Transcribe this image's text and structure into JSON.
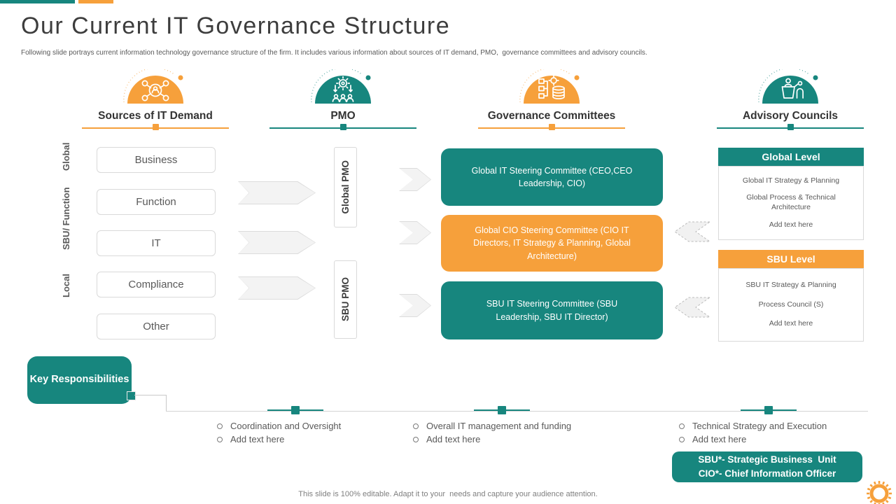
{
  "slide": {
    "title": "Our Current IT Governance Structure",
    "subtitle": "Following slide portrays current information technology governance structure of the firm. It includes various information about sources of IT demand, PMO,  governance committees and advisory councils.",
    "footer": "This slide is 100% editable. Adapt it to your  needs and capture your audience attention."
  },
  "colors": {
    "teal": "#17867E",
    "orange": "#F6A03B",
    "gray_text": "#595959",
    "border": "#D9D9D9"
  },
  "columns": [
    {
      "label": "Sources of IT Demand",
      "icon": "network-people-icon",
      "accent": "#F6A03B"
    },
    {
      "label": "PMO",
      "icon": "gear-team-icon",
      "accent": "#17867E"
    },
    {
      "label": "Governance Committees",
      "icon": "flowchart-database-icon",
      "accent": "#F6A03B"
    },
    {
      "label": "Advisory Councils",
      "icon": "podium-speaker-icon",
      "accent": "#17867E"
    }
  ],
  "row_labels": [
    "Global",
    "SBU/ Function",
    "Local"
  ],
  "sources": [
    "Business",
    "Function",
    "IT",
    "Compliance",
    "Other"
  ],
  "pmo": [
    "Global PMO",
    "SBU PMO"
  ],
  "committees": [
    {
      "text": "Global IT Steering Committee (CEO,CEO Leadership, CIO)",
      "color": "#17867E"
    },
    {
      "text": "Global CIO Steering Committee (CIO IT Directors, IT Strategy & Planning, Global Architecture)",
      "color": "#F6A03B"
    },
    {
      "text": "SBU IT Steering Committee (SBU Leadership, SBU IT Director)",
      "color": "#17867E"
    }
  ],
  "advisory": [
    {
      "header": "Global Level",
      "color": "#17867E",
      "items": [
        "Global IT Strategy & Planning",
        "Global Process & Technical Architecture",
        "Add text here"
      ]
    },
    {
      "header": "SBU Level",
      "color": "#F6A03B",
      "items": [
        "SBU IT Strategy & Planning",
        "Process Council (S)",
        "Add text here"
      ]
    }
  ],
  "key_responsibilities": "Key Responsibilities",
  "responsibilities": [
    {
      "items": [
        "Coordination and Oversight",
        "Add text here"
      ]
    },
    {
      "items": [
        "Overall IT management and funding",
        "Add text here"
      ]
    },
    {
      "items": [
        "Technical Strategy and Execution",
        "Add text here"
      ]
    }
  ],
  "legend": {
    "line1": "SBU*- Strategic Business  Unit",
    "line2": "CIO*- Chief Information Officer"
  }
}
